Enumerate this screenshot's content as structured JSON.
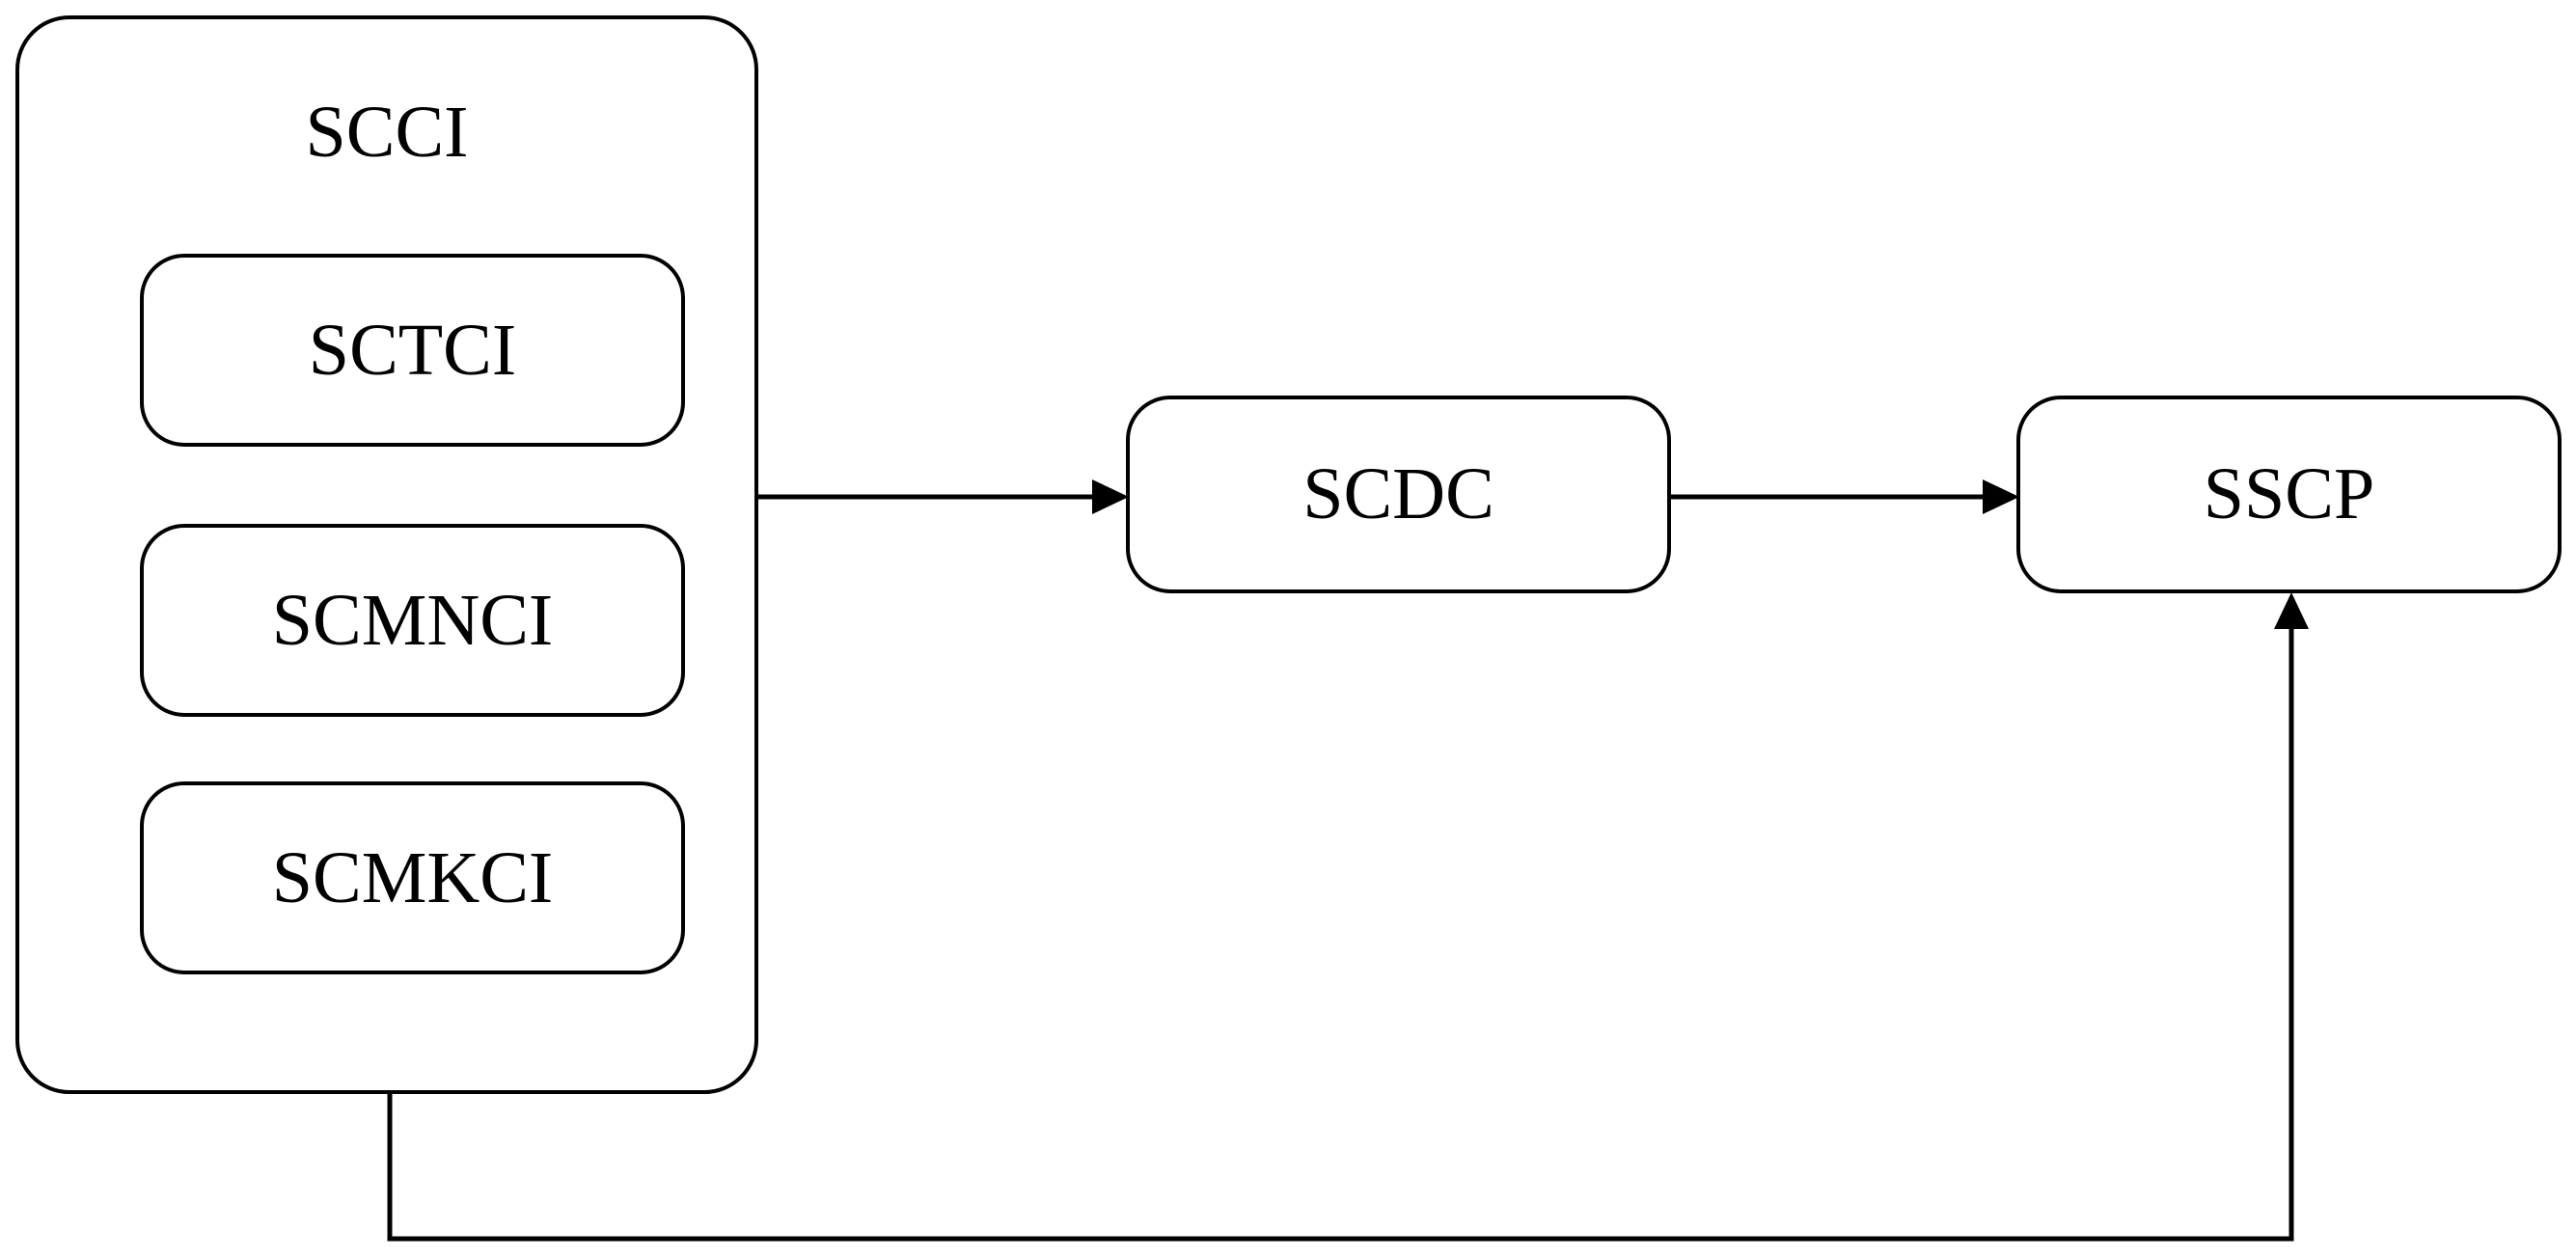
{
  "diagram": {
    "type": "block-flow-diagram",
    "colors": {
      "background": "#ffffff",
      "node_fill": "#ffffff",
      "line": "#000000",
      "text": "#000000"
    },
    "nodes": {
      "scci": {
        "label": "SCCI",
        "role": "container"
      },
      "sctci": {
        "label": "SCTCI",
        "role": "child-of-SCCI"
      },
      "scmnci": {
        "label": "SCMNCI",
        "role": "child-of-SCCI"
      },
      "scmkci": {
        "label": "SCMKCI",
        "role": "child-of-SCCI"
      },
      "scdc": {
        "label": "SCDC",
        "role": "node"
      },
      "sscp": {
        "label": "SSCP",
        "role": "node"
      }
    },
    "edges": [
      {
        "from": "SCCI",
        "to": "SCDC",
        "type": "arrow",
        "route": "straight-horizontal"
      },
      {
        "from": "SCDC",
        "to": "SSCP",
        "type": "arrow",
        "route": "straight-horizontal"
      },
      {
        "from": "SCCI",
        "to": "SSCP",
        "type": "arrow",
        "route": "bottom-elbow",
        "enters": "bottom-center-of-SSCP"
      }
    ]
  }
}
